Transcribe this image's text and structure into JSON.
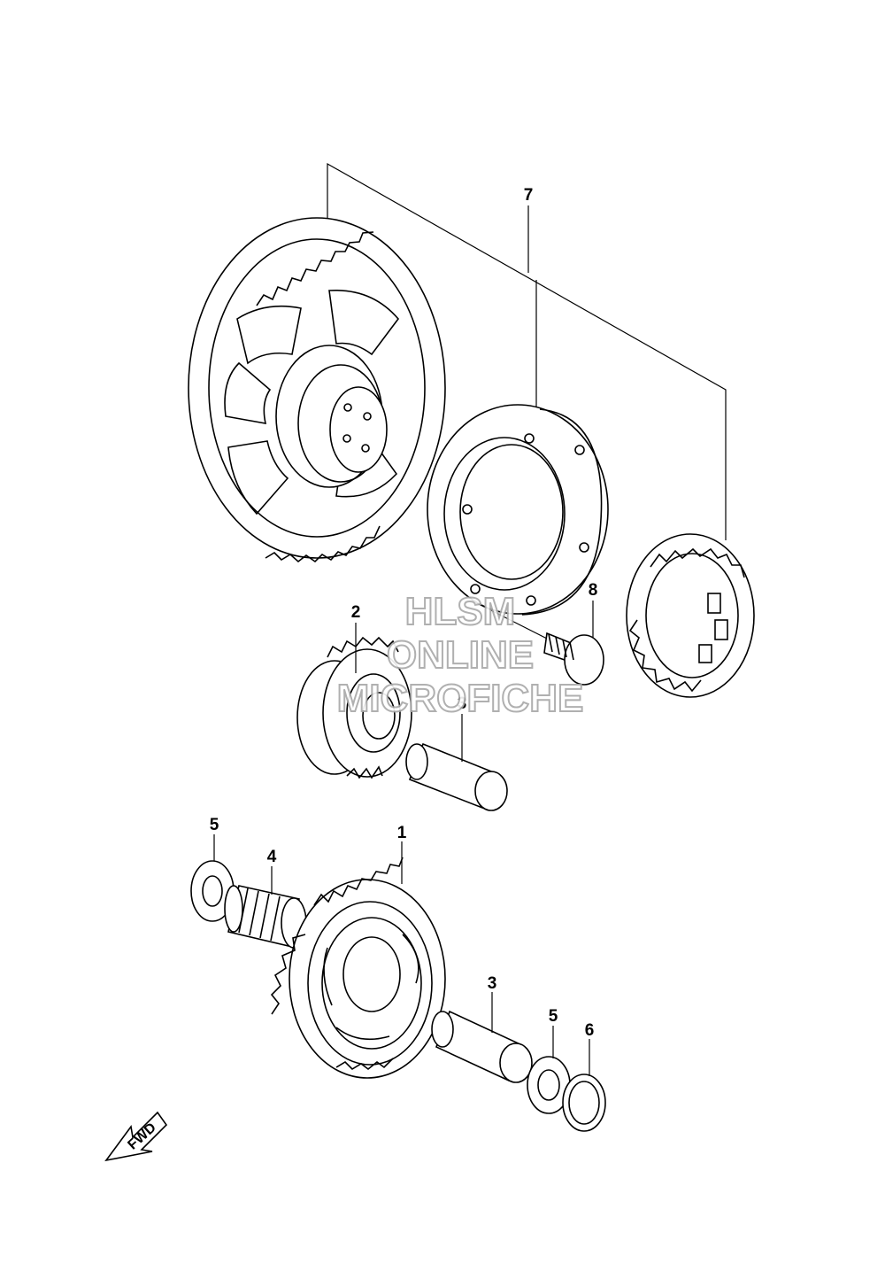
{
  "callouts": [
    {
      "id": "c7",
      "label": "7"
    },
    {
      "id": "c8",
      "label": "8"
    },
    {
      "id": "c2",
      "label": "2"
    },
    {
      "id": "c3a",
      "label": "3"
    },
    {
      "id": "c5a",
      "label": "5"
    },
    {
      "id": "c4",
      "label": "4"
    },
    {
      "id": "c1",
      "label": "1"
    },
    {
      "id": "c3b",
      "label": "3"
    },
    {
      "id": "c5b",
      "label": "5"
    },
    {
      "id": "c6",
      "label": "6"
    }
  ],
  "watermark": {
    "line1": "HLSM",
    "line2": "ONLINE",
    "line3": "MICROFICHE"
  },
  "direction_arrow": {
    "label": "FWD"
  }
}
